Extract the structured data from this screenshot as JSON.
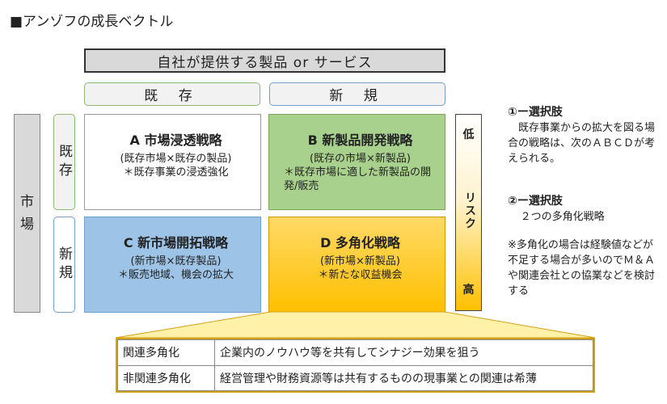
{
  "title": "■アンゾフの成長ベクトル",
  "top_bar": "自社が提供する製品 or サービス",
  "columns": {
    "existing": "既 存",
    "new": "新 規"
  },
  "market_label": [
    "市",
    "場"
  ],
  "rows": {
    "existing": "既存",
    "new": "新規"
  },
  "cells": {
    "a": {
      "heading": "A 市場浸透戦略",
      "sub": "(既存市場×既存の製品)",
      "body": "＊既存事業の浸透強化"
    },
    "b": {
      "heading": "B 新製品開発戦略",
      "sub": "(既存の市場×新製品)",
      "body": "＊既存市場に適した新製品の開発/販売"
    },
    "c": {
      "heading": "C 新市場開拓戦略",
      "sub": "(新市場×既存製品)",
      "body": "＊販売地域、機会の拡大"
    },
    "d": {
      "heading": "D 多角化戦略",
      "sub": "(新市場×新製品)",
      "body": "＊新たな収益機会"
    }
  },
  "risk": {
    "low": "低",
    "label": "リスク",
    "high": "高"
  },
  "notes": {
    "n1_head": "①ー選択肢",
    "n1_body": "既存事業からの拡大を図る場合の戦略は、次のＡＢＣＤが考えられる。",
    "n2_head": "②ー選択肢",
    "n2_body": "２つの多角化戦略",
    "n3_body": "※多角化の場合は経験値などが不足する場合が多いのでＭ＆Ａや関連会社との協業などを検討する"
  },
  "table": [
    {
      "type": "関連多角化",
      "desc": "企業内のノウハウ等を共有してシナジー効果を狙う"
    },
    {
      "type": "非関連多角化",
      "desc": "経営管理や財務資源等は共有するものの現事業との関連は希薄"
    }
  ],
  "colors": {
    "cell_b": "#a9d18e",
    "cell_c": "#9dc3e6",
    "cell_d": "#ffc000",
    "callout": "#fff2a8"
  }
}
